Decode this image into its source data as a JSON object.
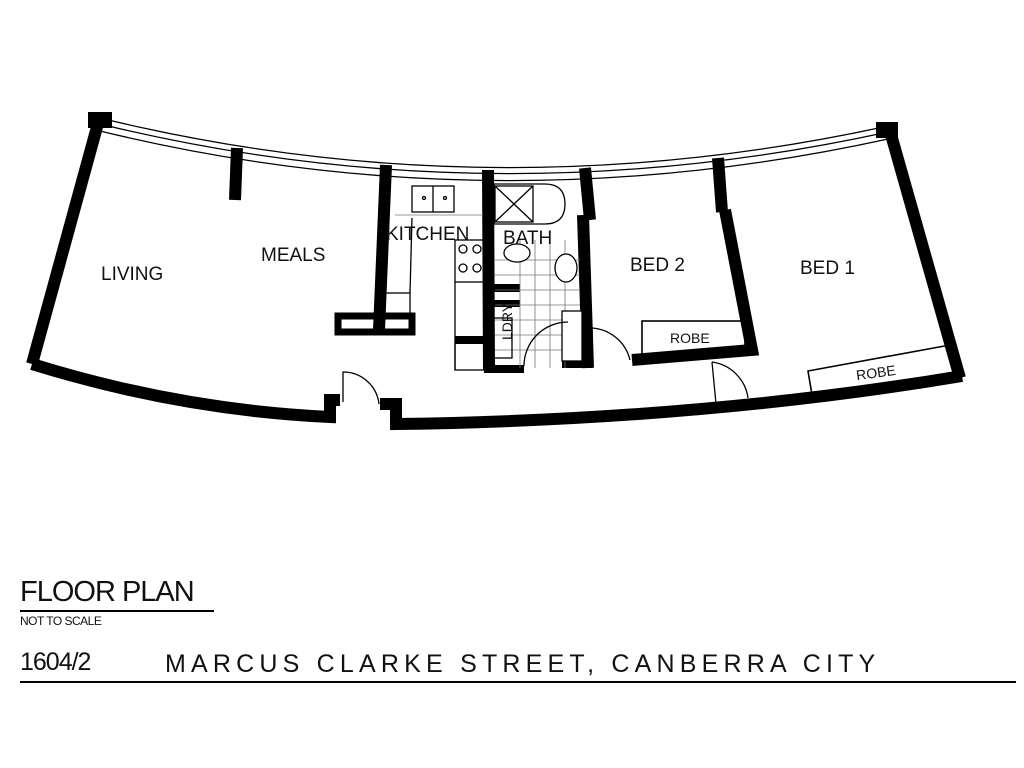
{
  "rooms": {
    "living": "LIVING",
    "meals": "MEALS",
    "kitchen": "KITCHEN",
    "bath": "BATH",
    "laundry": "LDRY",
    "bed2": "BED 2",
    "bed1": "BED 1",
    "robe_bed2": "ROBE",
    "robe_bed1": "ROBE"
  },
  "caption": {
    "title": "FLOOR PLAN",
    "scale_note": "NOT TO SCALE",
    "unit": "1604/2",
    "address": "MARCUS CLARKE STREET, CANBERRA CITY"
  }
}
